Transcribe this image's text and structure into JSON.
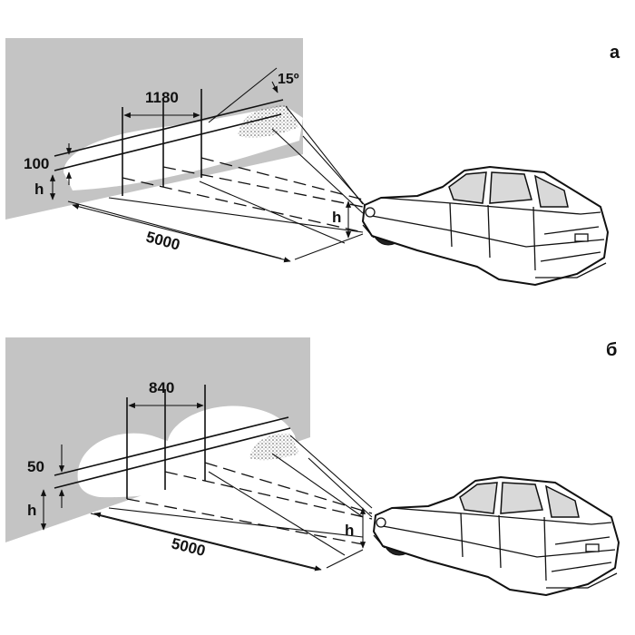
{
  "panels": [
    {
      "letter": "а",
      "spacing_label": "1180",
      "offset_label": "100",
      "angle_label": "15º",
      "distance_label": "5000",
      "height_label": "h",
      "height_label_car": "h"
    },
    {
      "letter": "б",
      "spacing_label": "840",
      "offset_label": "50",
      "distance_label": "5000",
      "height_label": "h",
      "height_label_car": "h"
    }
  ]
}
